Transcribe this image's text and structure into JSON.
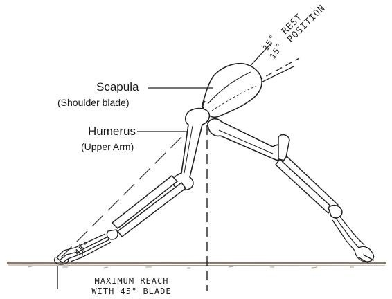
{
  "labels": {
    "scapula": "Scapula",
    "scapula_sub": "(Shoulder blade)",
    "humerus": "Humerus",
    "humerus_sub": "(Upper Arm)",
    "reach_line1": "MAXIMUM REACH",
    "reach_line2": "WITH 45° BLADE",
    "angle_front": "45°",
    "angle_a": "15°",
    "angle_b": "15°",
    "rest_line1": "REST",
    "rest_line2": "POSITION"
  },
  "colors": {
    "ink": "#222222",
    "ground": "#8a7a66"
  }
}
